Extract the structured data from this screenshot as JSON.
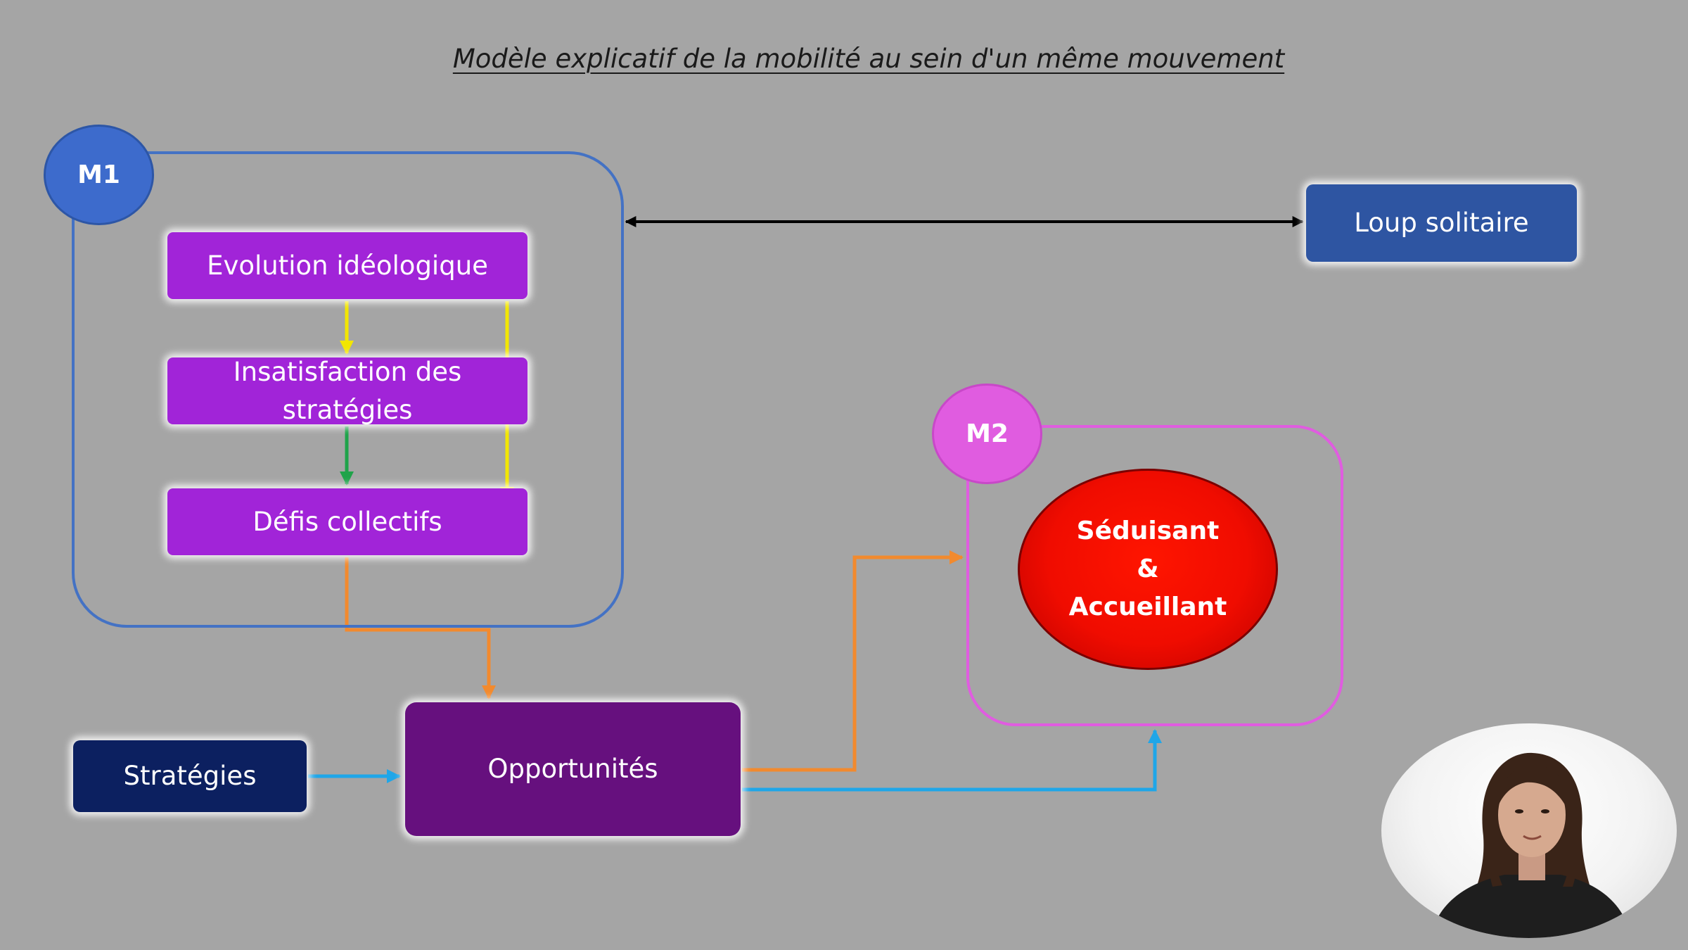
{
  "title": "Modèle explicatif de la mobilité au sein d'un même mouvement",
  "m1": {
    "label": "M1",
    "steps": [
      {
        "label": "Evolution idéologique"
      },
      {
        "label": "Insatisfaction des stratégies"
      },
      {
        "label": "Défis collectifs"
      }
    ]
  },
  "loup_solitaire": "Loup solitaire",
  "strategies": "Stratégies",
  "opportunites": "Opportunités",
  "m2": {
    "label": "M2",
    "center_lines": [
      "Séduisant",
      "&",
      "Accueillant"
    ]
  },
  "colors": {
    "background": "#a5a5a5",
    "m1_frame": "#4472c4",
    "m2_frame": "#e05ce0",
    "step_boxes": "#a124d8",
    "opportunites": "#66107e",
    "strategies": "#0c2060",
    "loup_solitaire": "#2e55a2",
    "center_ellipse": "#ff1500",
    "arrow_yellow": "#f2e600",
    "arrow_green": "#1fa34a",
    "arrow_orange": "#f28a2e",
    "arrow_blue": "#1fa6e8",
    "arrow_black": "#000000"
  },
  "webcam": {
    "icon": "presenter-webcam"
  }
}
